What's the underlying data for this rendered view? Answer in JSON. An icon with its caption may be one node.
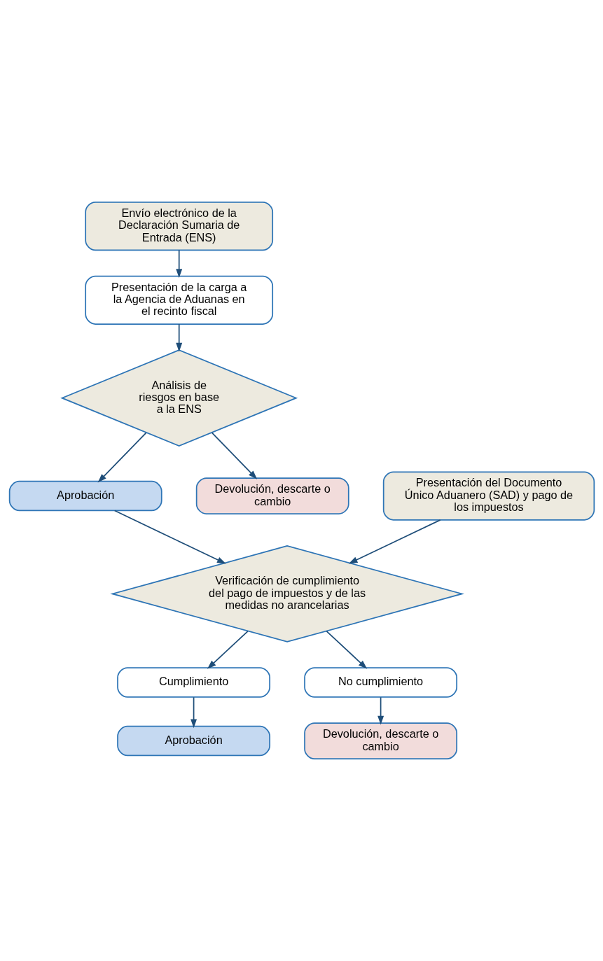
{
  "diagram": {
    "nodes": [
      {
        "text": [
          "Envío electrónico de la Declaración Sumaria de Entrada (ENS)"
        ]
      },
      {
        "text": [
          "Presentación de la carga a la Agencia de Aduanas en el recinto fiscal"
        ]
      },
      {
        "text": [
          "Análisis de riesgos en base a la ENS"
        ]
      },
      {
        "text": [
          "Aprobación"
        ]
      },
      {
        "text": [
          "Devolución, descarte o cambio"
        ]
      },
      {
        "text": [
          "Presentación del Documento Único Aduanero (SAD) y pago de los impuestos"
        ]
      },
      {
        "text": [
          "Verificación de cumplimiento del pago de impuestos y de las medidas no arancelarias"
        ]
      },
      {
        "text": [
          "Cumplimiento"
        ]
      },
      {
        "text": [
          "No cumplimiento"
        ]
      },
      {
        "text": [
          "Aprobación"
        ]
      },
      {
        "text": [
          "Devolución, descarte o cambio"
        ]
      }
    ],
    "edges": [
      {
        "from": 0,
        "to": 1,
        "arrow": "to"
      },
      {
        "from": 1,
        "to": 2,
        "arrow": "to"
      },
      {
        "from": 2,
        "to": 3,
        "arrow": "to"
      },
      {
        "from": 2,
        "to": 4,
        "arrow": "to"
      },
      {
        "from": 3,
        "to": 6,
        "arrow": "to"
      },
      {
        "from": 5,
        "to": 6,
        "arrow": "to"
      },
      {
        "from": 6,
        "to": 7,
        "arrow": "to"
      },
      {
        "from": 6,
        "to": 8,
        "arrow": "to"
      },
      {
        "from": 7,
        "to": 9,
        "arrow": "to"
      },
      {
        "from": 8,
        "to": 10,
        "arrow": "to"
      }
    ]
  }
}
